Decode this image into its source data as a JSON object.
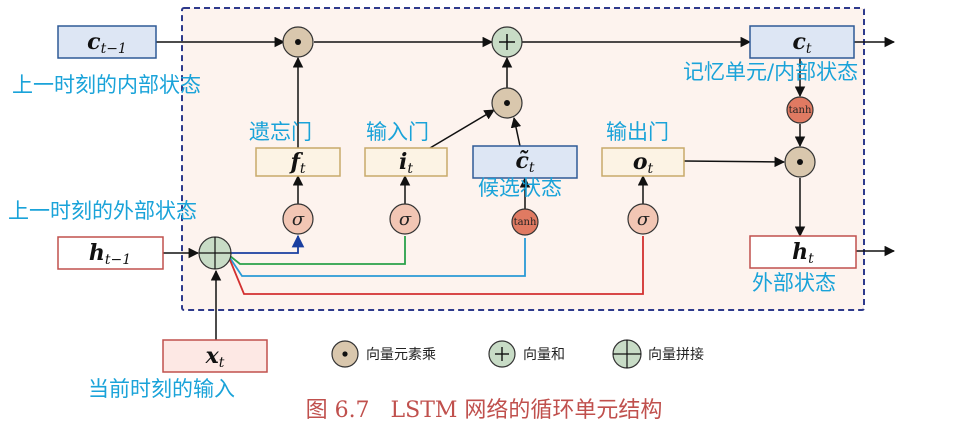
{
  "labels": {
    "prev_internal_state": "上一时刻的内部状态",
    "prev_external_state": "上一时刻的外部状态",
    "current_input": "当前时刻的输入",
    "forget_gate": "遗忘门",
    "input_gate": "输入门",
    "output_gate": "输出门",
    "candidate_state": "候选状态",
    "memory_cell": "记忆单元/内部状态",
    "external_state": "外部状态"
  },
  "variables": {
    "c_prev": {
      "main": "c",
      "sub": "t−1"
    },
    "h_prev": {
      "main": "h",
      "sub": "t−1"
    },
    "x_t": {
      "main": "x",
      "sub": "t"
    },
    "f_t": {
      "main": "f",
      "sub": "t"
    },
    "i_t": {
      "main": "i",
      "sub": "t"
    },
    "c_tilde": {
      "main": "c̃",
      "sub": "t"
    },
    "o_t": {
      "main": "o",
      "sub": "t"
    },
    "c_t": {
      "main": "c",
      "sub": "t"
    },
    "h_t": {
      "main": "h",
      "sub": "t"
    }
  },
  "ops": {
    "sigma": "σ",
    "tanh": "tanh",
    "dot": "•",
    "plus": "+"
  },
  "legend": {
    "elementwise_mult": "向量元素乘",
    "vector_add": "向量和",
    "vector_concat": "向量拼接"
  },
  "caption": "图 6.7   LSTM 网络的循环单元结构",
  "colors": {
    "panel_bg": "#fdf3ee",
    "panel_border": "#2e3a8c",
    "label_cyan": "#1aa3d9",
    "caption_red": "#c0504d",
    "mult_node": "#d9c7ad",
    "add_node": "#c8dcc6",
    "concat_node": "#c8dcc6",
    "sigma_node": "#f2c6b4",
    "tanh_node": "#e07a62",
    "box_blue_fill": "#dde6f4",
    "box_blue_stroke": "#2e5a96",
    "box_red_fill": "#ffffff",
    "box_red_stroke": "#c0504d",
    "box_gate_fill": "#fcf3e4",
    "box_gate_stroke": "#c8a96a",
    "line_blue": "#1a3fa0",
    "line_green": "#2aa14a",
    "line_cyan": "#2a9ad6",
    "line_red": "#d23030"
  }
}
